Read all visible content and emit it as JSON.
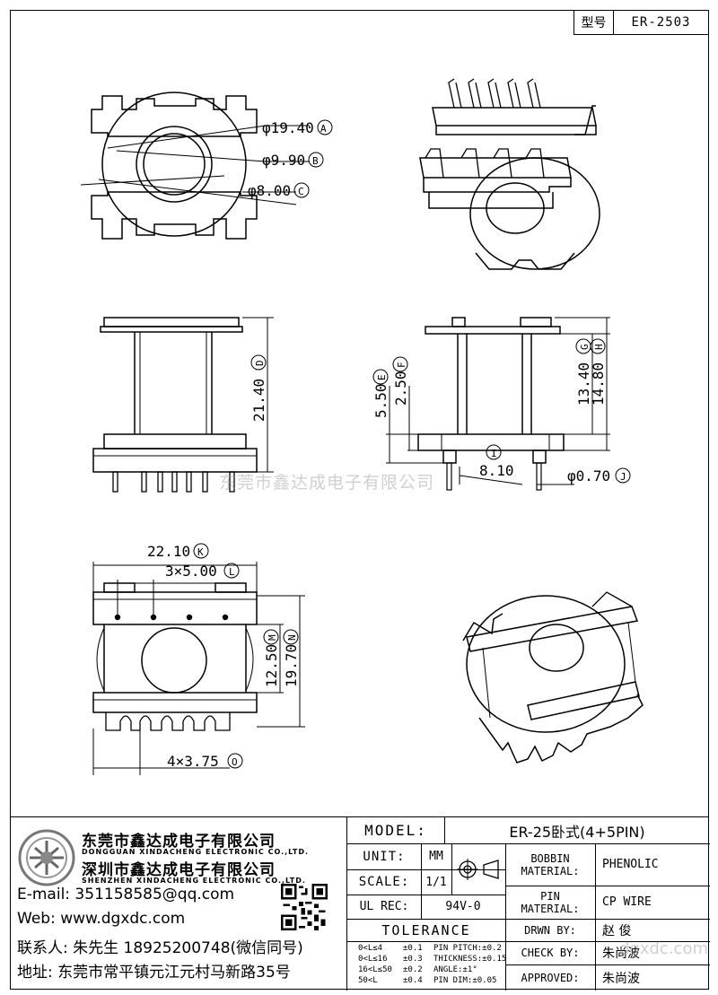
{
  "header": {
    "model_key": "型号",
    "model_value": "ER-2503"
  },
  "dimensions": {
    "A": "φ19.40",
    "B": "φ9.90",
    "C": "φ8.00",
    "D": "21.40",
    "E": "5.50",
    "F": "2.50",
    "G": "13.40",
    "H": "14.80",
    "I": "8.10",
    "J": "φ0.70",
    "K": "22.10",
    "L": "3×5.00",
    "M": "12.50",
    "N": "19.70",
    "O": "4×3.75"
  },
  "watermark": {
    "text": "东莞市鑫达成电子有限公司",
    "corner": "dgxdc.com"
  },
  "company": {
    "name_dg": "东莞市鑫达成电子有限公司",
    "name_dg_en": "DONGGUAN XINDACHENG ELECTRONIC CO.,LTD.",
    "name_sz": "深圳市鑫达成电子有限公司",
    "name_sz_en": "SHENZHEN XINDACHENG ELECTRONIC CO.,LTD.",
    "email": "E-mail: 351158585@qq.com",
    "web": "Web: www.dgxdc.com",
    "contact": "联系人: 朱先生 18925200748(微信同号)",
    "address": "地址: 东莞市常平镇元江元村马新路35号"
  },
  "title_block": {
    "model_label": "MODEL:",
    "model_value": "ER-25卧式(4+5PIN)",
    "unit_label": "UNIT:",
    "unit_value": "MM",
    "scale_label": "SCALE:",
    "scale_value": "1/1",
    "ul_label": "UL REC:",
    "ul_value": "94V-0",
    "tolerance_label": "TOLERANCE",
    "bobbin_label_1": "BOBBIN",
    "bobbin_label_2": "MATERIAL:",
    "bobbin_value": "PHENOLIC",
    "pin_label_1": "PIN",
    "pin_label_2": "MATERIAL:",
    "pin_value": "CP WIRE",
    "drawn_label": "DRWN BY:",
    "drawn_value": "赵  俊",
    "check_label": "CHECK BY:",
    "check_value": "朱尚波",
    "approved_label": "APPROVED:",
    "approved_value": "朱尚波",
    "tolerances": [
      {
        "range": "0<L≤4",
        "tol": "±0.1",
        "spec": "PIN PITCH:±0.2"
      },
      {
        "range": "0<L≤16",
        "tol": "±0.3",
        "spec": "THICKNESS:±0.15"
      },
      {
        "range": "16<L≤50",
        "tol": "±0.2",
        "spec": "ANGLE:±1°"
      },
      {
        "range": "50<L",
        "tol": "±0.4",
        "spec": "PIN DIM:±0.05"
      }
    ]
  }
}
